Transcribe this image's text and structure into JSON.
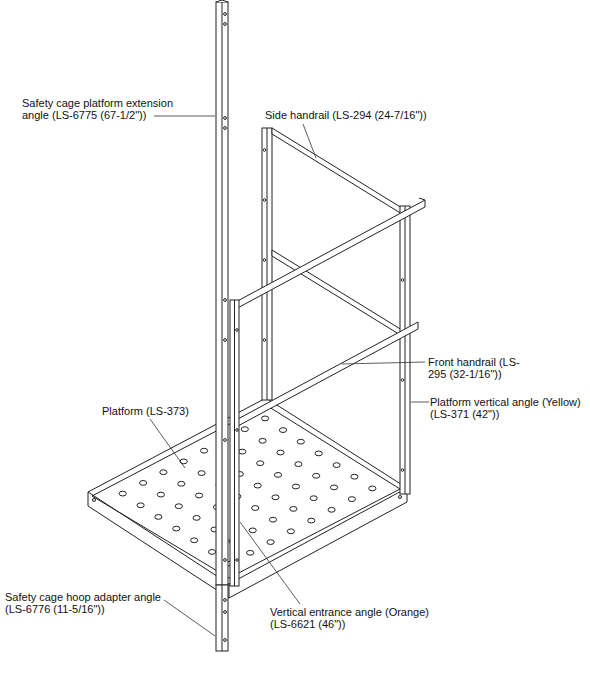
{
  "diagram": {
    "labels": [
      "Safety cage platform extension angle (LS-6775 (67-1/2\"))",
      "Side handrail (LS-294 (24-7/16\"))",
      "Front handrail (LS-295 (32-1/16\"))",
      "Platform vertical angle (Yellow) (LS-371 (42\"))",
      "Platform (LS-373)",
      "Safety cage hoop adapter angle (LS-6776 (11-5/16\"))",
      "Vertical entrance angle (Orange) (LS-6621 (46\"))"
    ]
  }
}
